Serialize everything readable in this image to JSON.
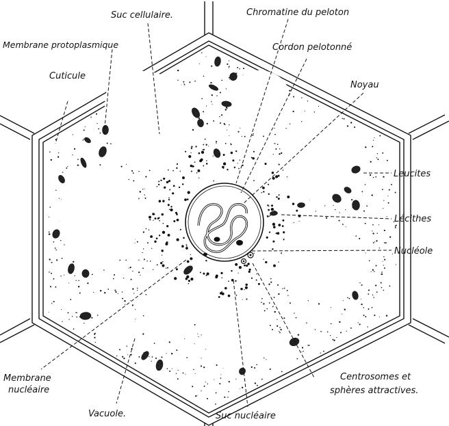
{
  "figure": {
    "background": "#ffffff",
    "ink": "#111111",
    "labels": {
      "suc_cellulaire": "Suc cellulaire.",
      "chromatine": "Chromatine du peloton",
      "membrane_proto": "Membrane protoplasmique",
      "cordon": "Cordon pelotonné",
      "cuticule": "Cuticule",
      "noyau": "Noyau",
      "leucites": "Leucites",
      "lecithes": "Lécithes",
      "nucleole": "Nucléole",
      "membrane_nucl_1": "Membrane",
      "membrane_nucl_2": "nucléaire",
      "centrosomes_1": "Centrosomes et",
      "centrosomes_2": "sphères attractives.",
      "vacuole": "Vacuole.",
      "suc_nucleaire": "Suc nucléaire"
    }
  }
}
